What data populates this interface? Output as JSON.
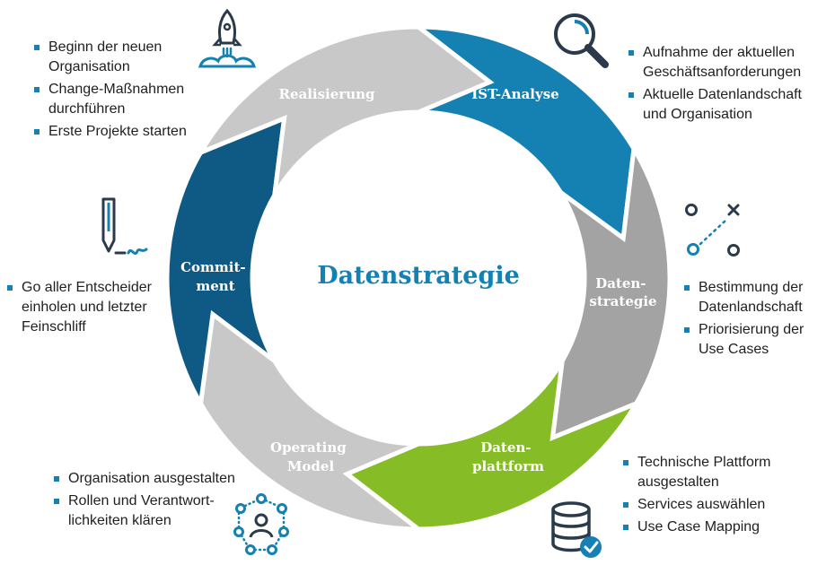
{
  "title": "Datenstrategie",
  "colors": {
    "blue_accent": "#1580b2",
    "ist_analyse": "#1580b2",
    "datenstrategie": "#a3a3a3",
    "datenplattform": "#86bc25",
    "operating_model": "#c8c8c8",
    "commitment": "#0f5a85",
    "realisierung": "#c8c8c8",
    "icon_dark": "#2b3a4a"
  },
  "segments": [
    {
      "id": "ist_analyse",
      "line1": "IST-Analyse",
      "line2": "",
      "icon": "magnifier-icon",
      "bullets": [
        "Aufnahme der aktuellen Geschäftsanforderungen",
        "Aktuelle Datenlandschaft und Organisation"
      ]
    },
    {
      "id": "datenstrategie",
      "line1": "Daten-",
      "line2": "strategie",
      "icon": "strategy-play-icon",
      "bullets": [
        "Bestimmung der Datenlandschaft",
        "Priorisierung der Use Cases"
      ]
    },
    {
      "id": "datenplattform",
      "line1": "Daten-",
      "line2": "plattform",
      "icon": "database-check-icon",
      "bullets": [
        "Technische Plattform ausgestalten",
        "Services auswählen",
        "Use Case Mapping"
      ]
    },
    {
      "id": "operating_model",
      "line1": "Operating",
      "line2": "Model",
      "icon": "network-people-icon",
      "bullets": [
        "Organisation ausgestalten",
        "Rollen und Verantwort-lichkeiten klären"
      ]
    },
    {
      "id": "commitment",
      "line1": "Commit-",
      "line2": "ment",
      "icon": "pen-signature-icon",
      "bullets": [
        "Go aller Entscheider einholen und letzter Feinschliff"
      ]
    },
    {
      "id": "realisierung",
      "line1": "Realisierung",
      "line2": "",
      "icon": "rocket-launch-icon",
      "bullets": [
        "Beginn der neuen Organisation",
        "Change-Maßnahmen durchführen",
        "Erste Projekte starten"
      ]
    }
  ]
}
